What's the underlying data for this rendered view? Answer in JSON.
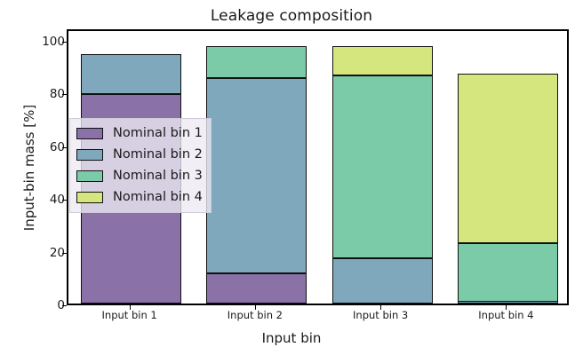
{
  "chart_data": {
    "type": "bar",
    "subtype": "stacked-bar",
    "title": "Leakage composition",
    "xlabel": "Input bin",
    "ylabel": "Input-bin mass [%]",
    "categories": [
      "Input bin 1",
      "Input bin 2",
      "Input bin 3",
      "Input bin 4"
    ],
    "series": [
      {
        "name": "Nominal bin 1",
        "color": "#8a72a8",
        "values": [
          79.3,
          11.4,
          0.0,
          0.0
        ]
      },
      {
        "name": "Nominal bin 2",
        "color": "#7fa8bd",
        "values": [
          15.3,
          74.1,
          17.2,
          0.6
        ]
      },
      {
        "name": "Nominal bin 3",
        "color": "#7bcaa8",
        "values": [
          0.0,
          12.1,
          69.3,
          22.3
        ]
      },
      {
        "name": "Nominal bin 4",
        "color": "#d5e67f",
        "values": [
          0.0,
          0.0,
          11.1,
          64.3
        ]
      }
    ],
    "stack_totals": [
      94.6,
      97.6,
      97.6,
      87.2
    ],
    "ylim": [
      0,
      104.7
    ],
    "yticks": [
      0,
      20,
      40,
      60,
      80,
      100
    ],
    "ytick_labels": [
      "0",
      "20",
      "40",
      "60",
      "80",
      "100"
    ],
    "grid": false,
    "legend_position": "center-left",
    "legend_entries": [
      "Nominal bin 1",
      "Nominal bin 2",
      "Nominal bin 3",
      "Nominal bin 4"
    ],
    "bar_edge_color": "#111111"
  }
}
